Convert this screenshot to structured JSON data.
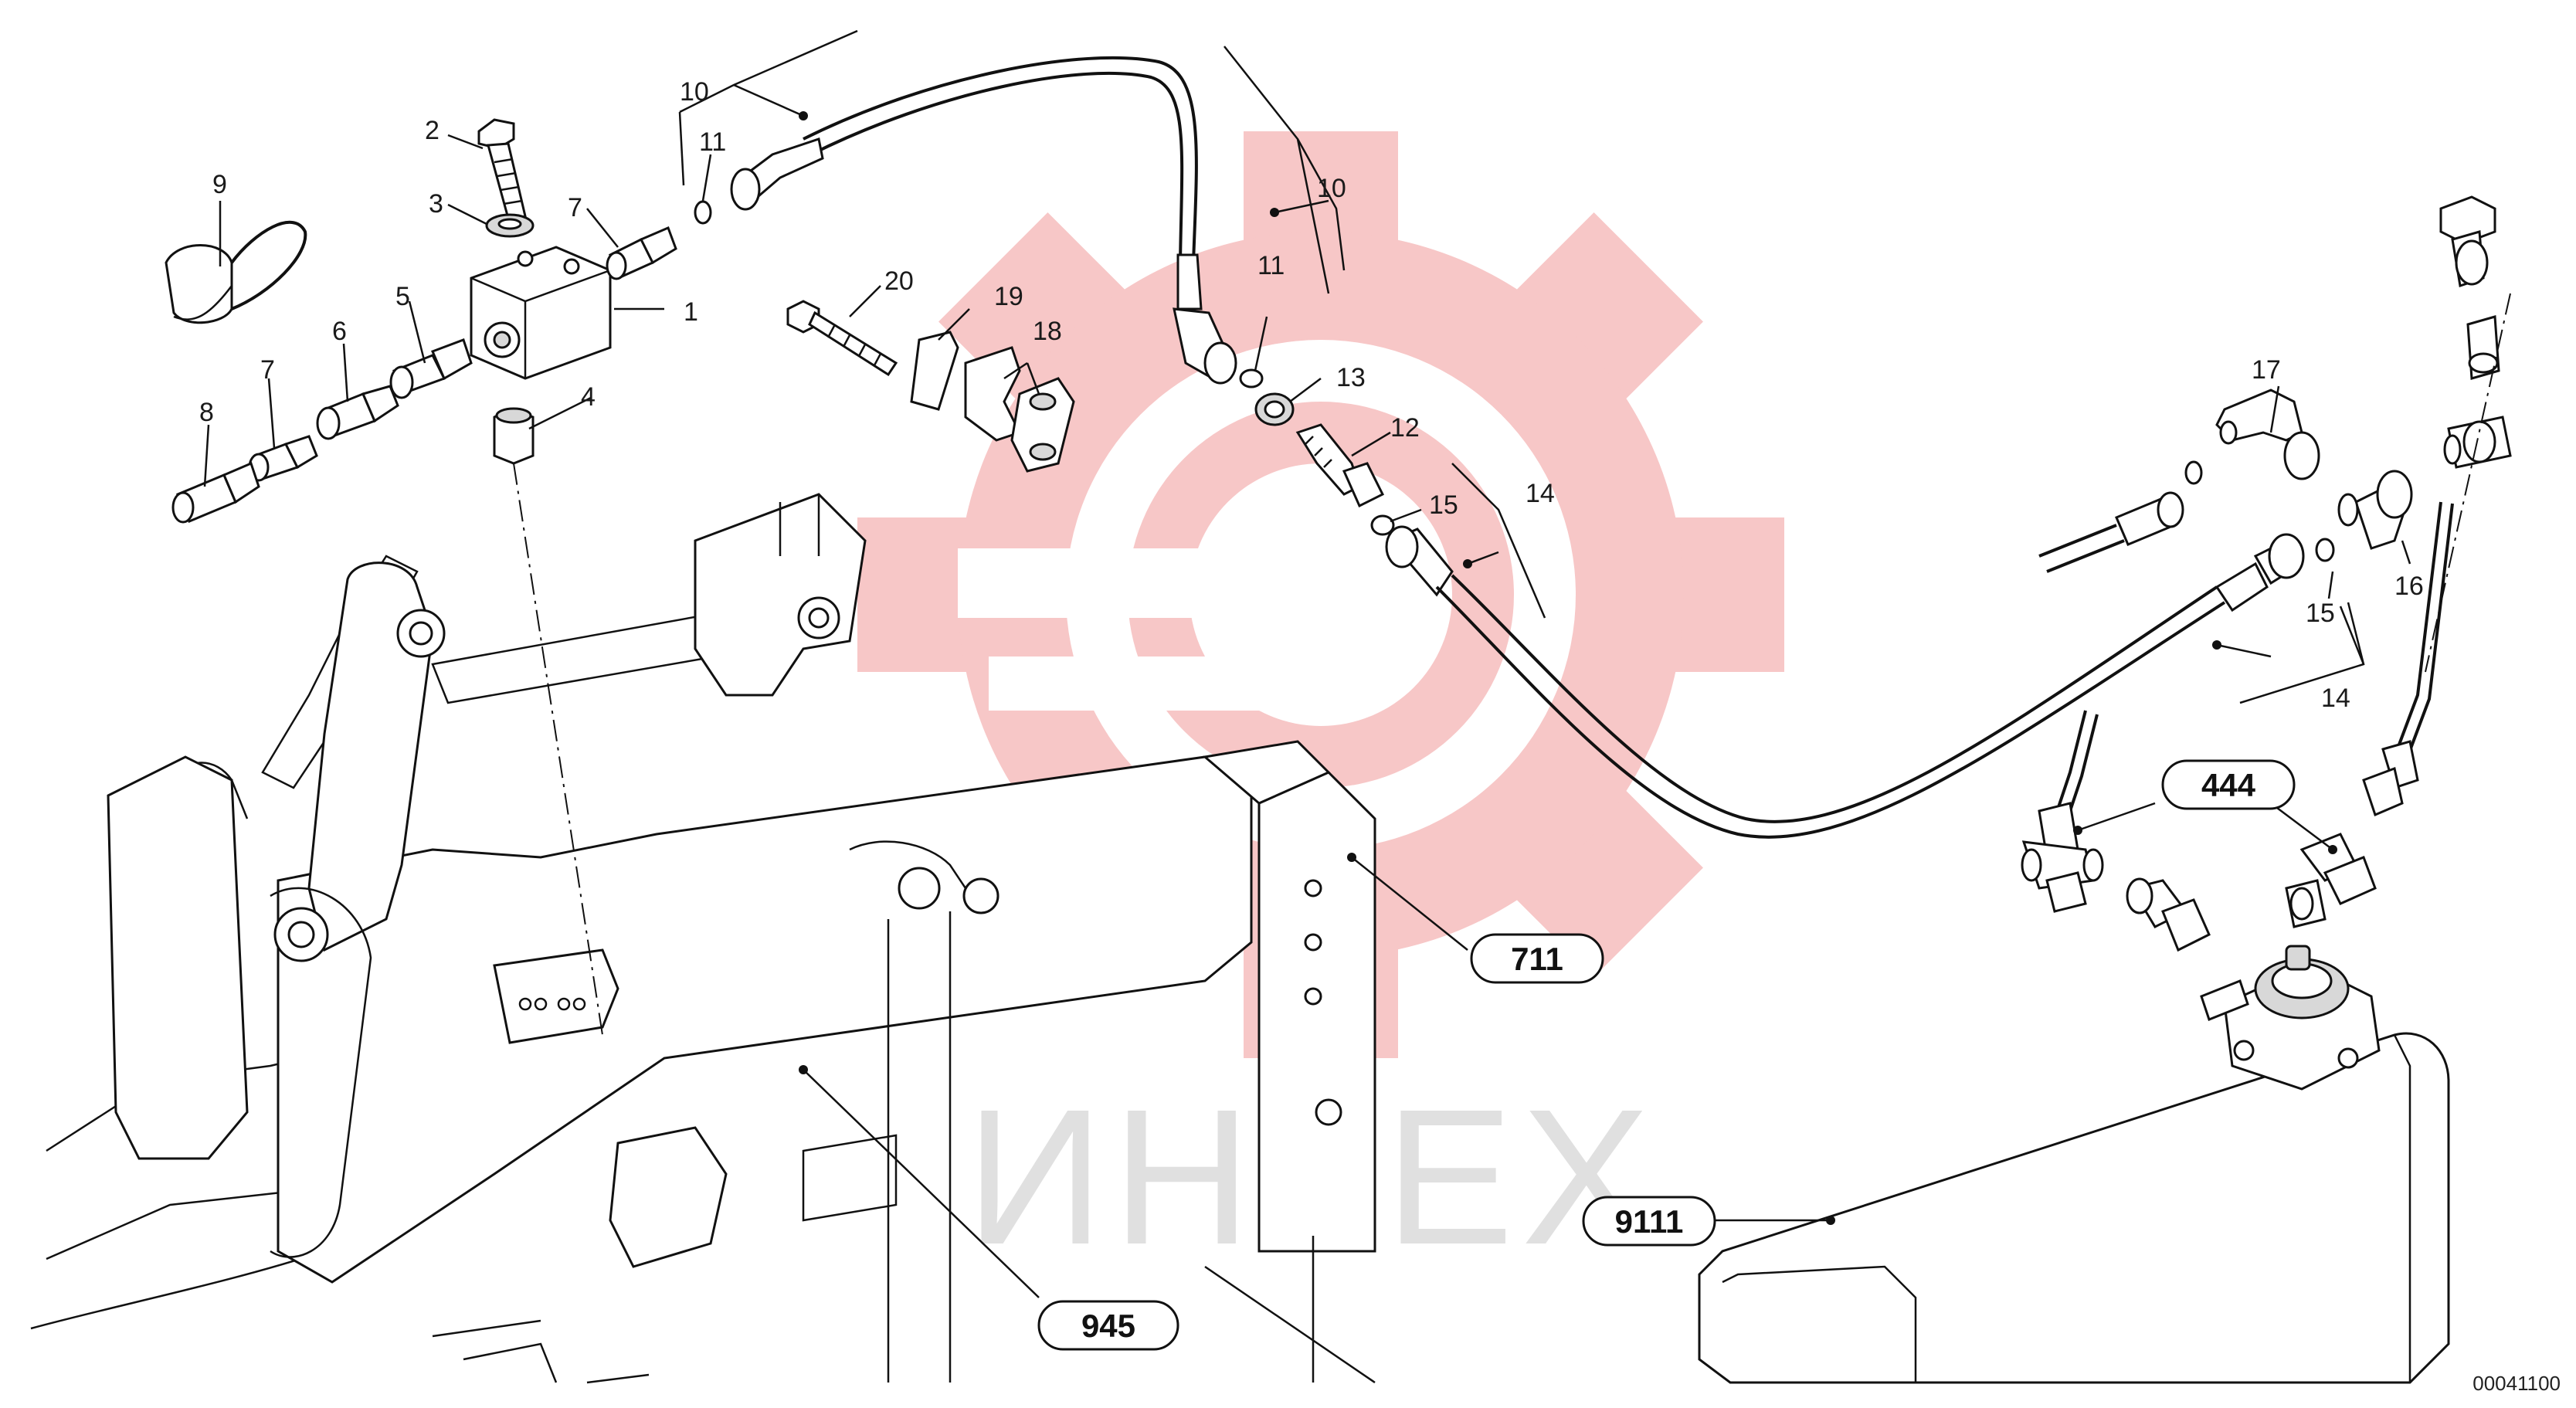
{
  "watermark": {
    "text": "ИНТЕХ",
    "gear_color": "#f7c7c7"
  },
  "doc_id": "00041100",
  "part_labels": [
    "10",
    "2",
    "11",
    "3",
    "7",
    "9",
    "1",
    "5",
    "6",
    "7",
    "8",
    "4",
    "20",
    "19",
    "18",
    "10",
    "11",
    "13",
    "12",
    "15",
    "14",
    "17",
    "15",
    "16",
    "14"
  ],
  "reference_labels": [
    "711",
    "444",
    "9111",
    "945"
  ],
  "colors": {
    "line": "#111111",
    "watermark_gear": "#f7c7c7",
    "watermark_text": "#e0e0e0"
  }
}
